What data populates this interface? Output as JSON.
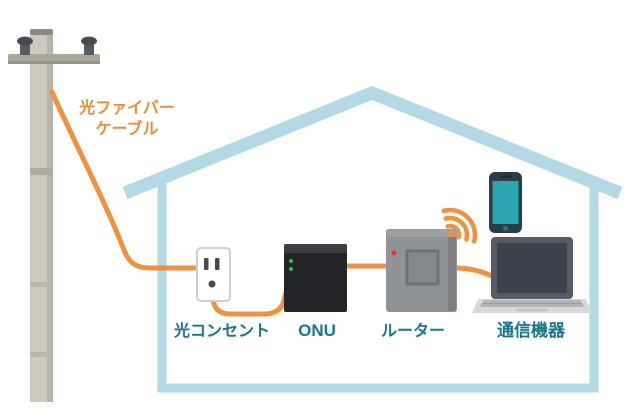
{
  "diagram": {
    "cable_label": {
      "line1": "光ファイバー",
      "line2": "ケーブル"
    },
    "device_labels": {
      "outlet": "光コンセント",
      "onu": "ONU",
      "router": "ルーター",
      "devices": "通信機器"
    },
    "colors": {
      "cable_orange": "#f0913d",
      "label_orange": "#ee8d30",
      "label_teal": "#17768a",
      "house_blue": "#b3d9e6",
      "pole_gray": "#cccabd",
      "onu_black": "#222427",
      "router_gray": "#919496",
      "phone_screen_teal": "#2aa6b0",
      "led_green": "#3ec24e",
      "led_red": "#e0392c"
    }
  }
}
